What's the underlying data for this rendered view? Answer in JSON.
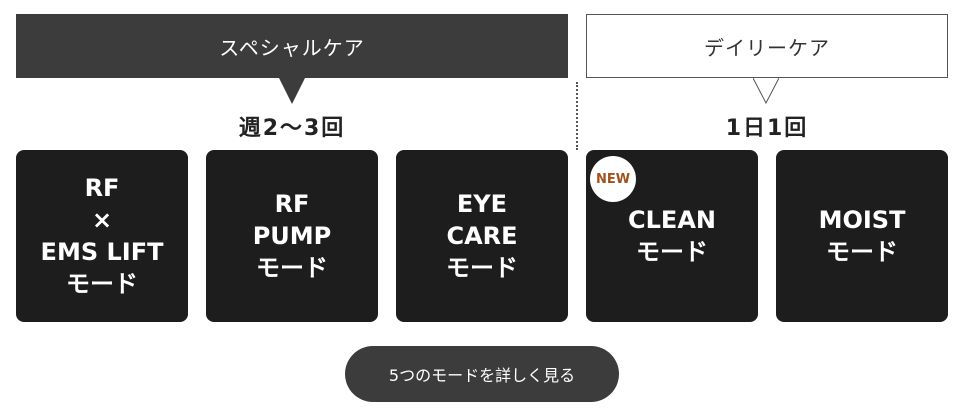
{
  "headers": {
    "special": "スペシャルケア",
    "daily": "デイリーケア"
  },
  "frequency": {
    "special": "週2〜3回",
    "daily": "1日1回"
  },
  "cards": [
    {
      "lines": [
        "RF",
        "×",
        "EMS LIFT",
        "モード"
      ]
    },
    {
      "lines": [
        "RF",
        "PUMP",
        "モード"
      ]
    },
    {
      "lines": [
        "EYE",
        "CARE",
        "モード"
      ]
    },
    {
      "lines": [
        "CLEAN",
        "モード"
      ],
      "badge": "NEW"
    },
    {
      "lines": [
        "MOIST",
        "モード"
      ]
    }
  ],
  "more_button": "5つのモードを詳しく見る"
}
